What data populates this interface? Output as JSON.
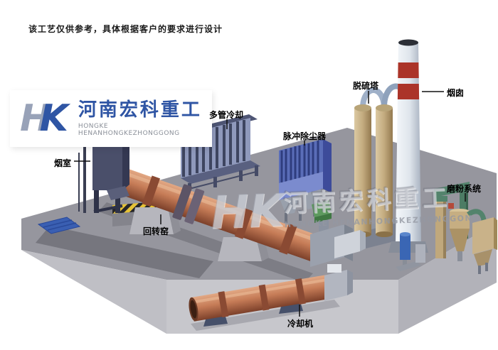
{
  "page": {
    "disclaimer": "该工艺仅供参考，具体根据客户的要求进行设计"
  },
  "logo": {
    "mark_h": "H",
    "mark_k": "K",
    "name_cn": "河南宏科重工",
    "name_en": "HONGKE HENANHONGKEZHONGGONG"
  },
  "watermark": {
    "mark": "HK",
    "name_cn": "河南宏科重工",
    "name_en": "HONGKE HENANHONGKEZHONGGONG"
  },
  "labels": {
    "smoke_chamber": "烟室",
    "multi_tube_cooling": "多管冷却",
    "pulse_dust_collector": "脉冲除尘器",
    "desulfurization_tower": "脱硫塔",
    "chimney": "烟囱",
    "grinding_system": "磨粉系统",
    "rotary_kiln": "回转窑",
    "cooling_machine": "冷却机"
  },
  "colors": {
    "brand_blue": "#2f55a4",
    "kiln_orange": "#c67c57",
    "chimney_band_red": "#ab3429",
    "hazard_yellow": "#e6c235",
    "platform_gray": "#96969e",
    "dust_collector_blue": "#5a6db8",
    "tower_tan": "#c3ab7f"
  }
}
